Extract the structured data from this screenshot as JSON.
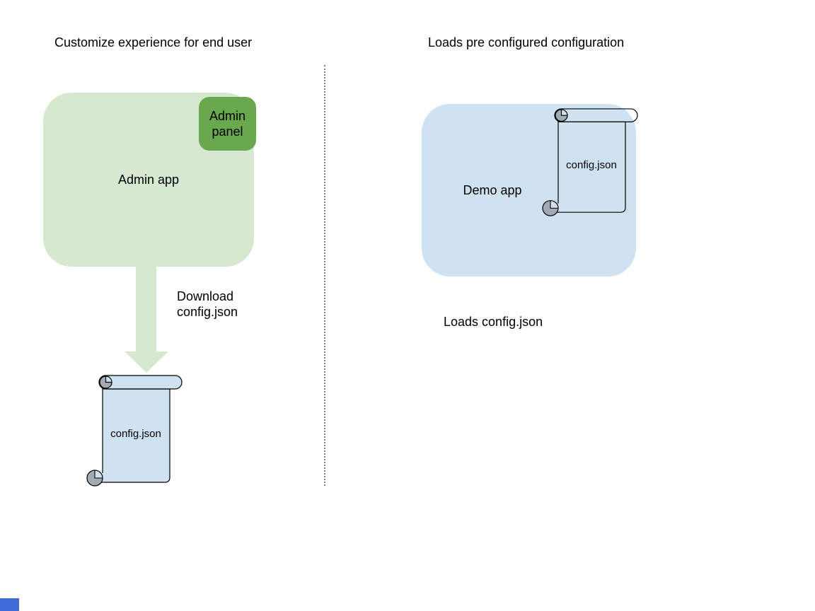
{
  "colors": {
    "app_green_light": "#d7e8d1",
    "panel_green_dark": "#6aa84f",
    "app_blue_light": "#cfe2f2",
    "scroll_roll_gray": "#a2aab4",
    "divider_gray": "#7c7c7c",
    "corner_square_blue": "#3e6bd6",
    "outline_black": "#000000"
  },
  "left_section": {
    "title": "Customize experience for end user",
    "admin_app_label": "Admin app",
    "admin_panel_label": "Admin panel",
    "download_label": "Download config.json",
    "config_file_label": "config.json"
  },
  "right_section": {
    "title": "Loads pre configured configuration",
    "demo_app_label": "Demo app",
    "config_file_label": "config.json",
    "loads_label": "Loads config.json"
  }
}
